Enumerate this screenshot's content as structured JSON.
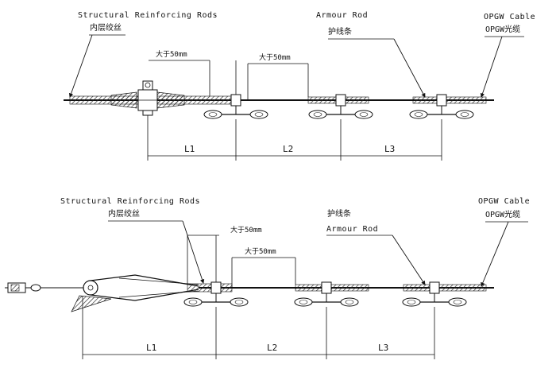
{
  "top": {
    "structural_rods_en": "Structural Reinforcing Rods",
    "structural_rods_cn": "内层绞丝",
    "armour_rod_en": "Armour Rod",
    "armour_rod_cn": "护线条",
    "cable_en": "OPGW Cable",
    "cable_cn": "OPGW光缆",
    "gap_label_1": "大于50mm",
    "gap_label_2": "大于50mm",
    "dims": [
      "L1",
      "L2",
      "L3"
    ]
  },
  "bottom": {
    "structural_rods_en": "Structural Reinforcing Rods",
    "structural_rods_cn": "内层绞丝",
    "armour_rod_cn": "护线条",
    "armour_rod_en": "Armour Rod",
    "cable_en": "OPGW Cable",
    "cable_cn": "OPGW光缆",
    "gap_label_1": "大于50mm",
    "gap_label_2": "大于50mm",
    "dims": [
      "L1",
      "L2",
      "L3"
    ]
  }
}
